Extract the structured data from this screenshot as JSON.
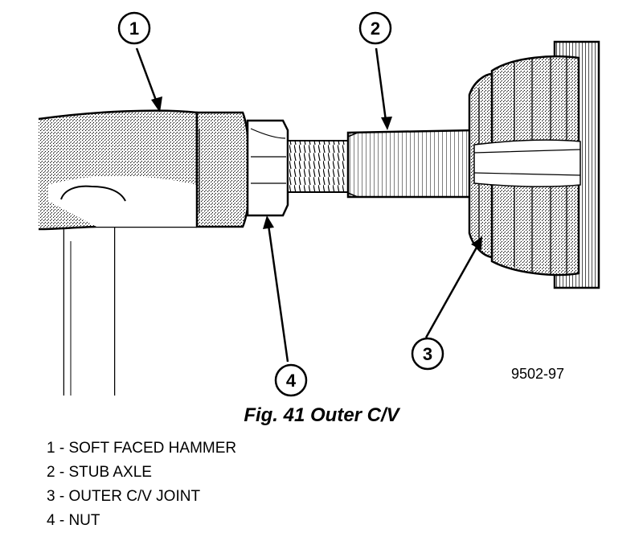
{
  "figure": {
    "callouts": [
      {
        "number": "1"
      },
      {
        "number": "2"
      },
      {
        "number": "3"
      },
      {
        "number": "4"
      }
    ],
    "code": "9502-97"
  },
  "caption": "Fig. 41 Outer C/V",
  "legend": [
    {
      "text": "1 - SOFT FACED HAMMER"
    },
    {
      "text": "2 - STUB AXLE"
    },
    {
      "text": "3 - OUTER C/V JOINT"
    },
    {
      "text": "4 - NUT"
    }
  ]
}
